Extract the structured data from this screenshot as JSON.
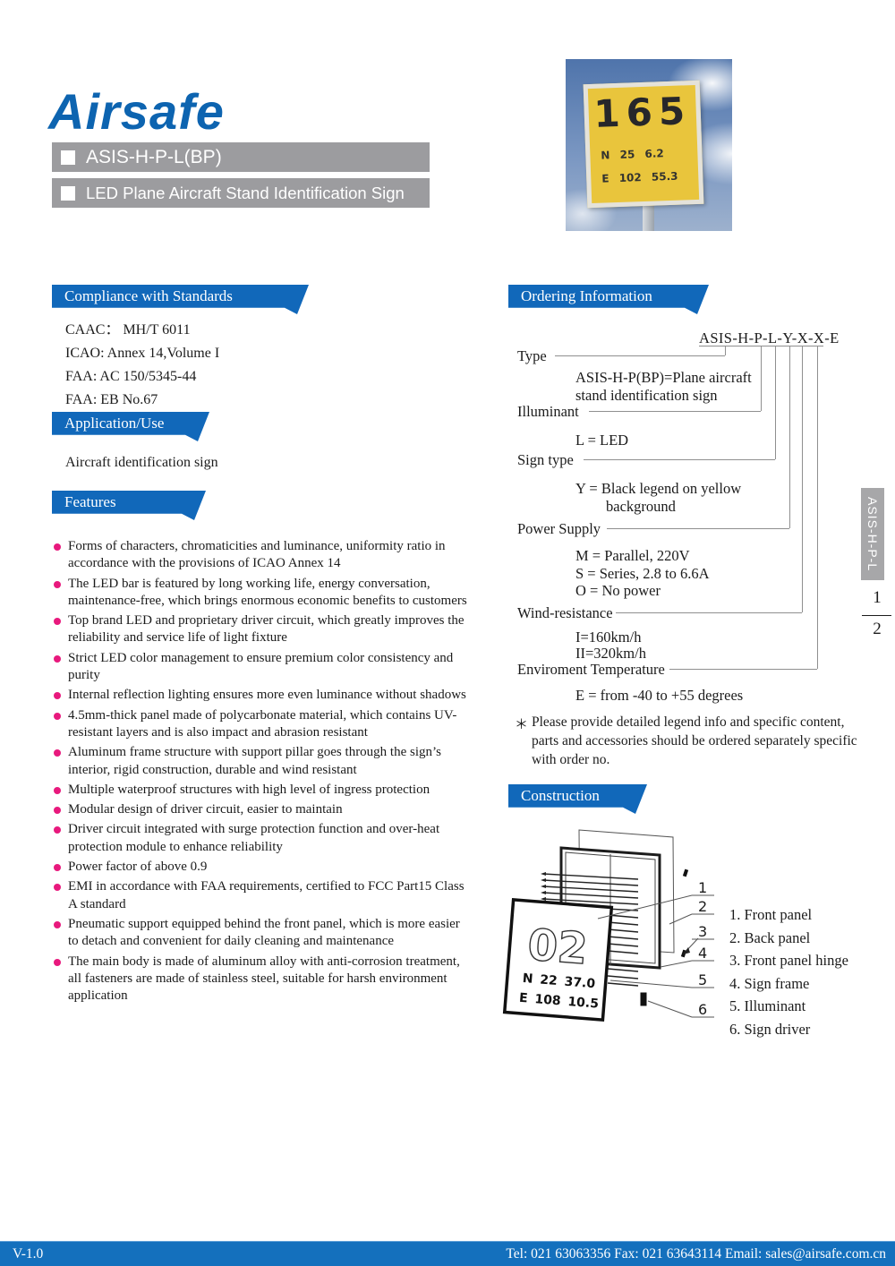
{
  "colors": {
    "accent_blue": "#1168ba",
    "logo_blue": "#0d64b0",
    "gray_bar": "#9c9c9f",
    "bullet_pink": "#e8197d",
    "footer_blue": "#1470bd",
    "sign_yellow": "#e9c53c"
  },
  "header": {
    "logo": "Airsafe",
    "model_bar": "ASIS-H-P-L(BP)",
    "product_bar": "LED Plane Aircraft Stand Identification Sign"
  },
  "photo": {
    "sign_number": "165",
    "coord1": "N 25 6.2",
    "coord2": "E 102 55.3"
  },
  "sections": {
    "compliance": "Compliance with Standards",
    "application": "Application/Use",
    "features": "Features",
    "ordering": "Ordering Information",
    "construction": "Construction"
  },
  "compliance": {
    "lines": [
      "CAAC： MH/T 6011",
      "ICAO: Annex 14,Volume I",
      "FAA: AC 150/5345-44",
      "FAA: EB No.67"
    ]
  },
  "application": {
    "text": "Aircraft identification sign"
  },
  "features": {
    "items": [
      "Forms of characters, chromaticities and luminance, uniformity ratio in accordance with the provisions of ICAO Annex 14",
      "The LED bar is featured by long working life, energy conversation, maintenance-free, which brings enormous economic benefits to customers",
      "Top brand LED and proprietary driver circuit, which greatly improves the reliability and service life of light fixture",
      "Strict LED color management to ensure premium color consistency and purity",
      "Internal reflection lighting ensures more even luminance without shadows",
      "4.5mm-thick panel made of polycarbonate material, which contains UV-resistant layers and is also impact and abrasion resistant",
      "Aluminum frame structure with support pillar goes through the sign’s interior, rigid construction, durable and wind resistant",
      "Multiple waterproof structures with high level of ingress protection",
      "Modular design of driver circuit, easier to maintain",
      "Driver circuit integrated with surge protection function and over-heat protection module to enhance reliability",
      "Power factor of above 0.9",
      "EMI in accordance with FAA requirements, certified to FCC Part15 Class A standard",
      "Pneumatic support equipped behind the front panel, which is more easier to detach and convenient for daily cleaning and maintenance",
      "The main body is made of aluminum alloy with anti-corrosion treatment, all fasteners are made of stainless steel, suitable for harsh environment application"
    ]
  },
  "ordering": {
    "code": "ASIS-H-P-L-Y-X-X-E",
    "type_label": "Type",
    "type_value": "ASIS-H-P(BP)=Plane aircraft stand identification sign",
    "illuminant_label": "Illuminant",
    "illuminant_value": "L = LED",
    "sign_type_label": "Sign type",
    "sign_type_value": "Y = Black legend on yellow background",
    "power_label": "Power Supply",
    "power_values": [
      "M = Parallel, 220V",
      "S = Series, 2.8 to 6.6A",
      "O = No power"
    ],
    "wind_label": "Wind-resistance",
    "wind_values": [
      "I=160km/h",
      "II=320km/h"
    ],
    "env_label": "Enviroment Temperature",
    "env_value": "E = from -40 to +55 degrees",
    "note_marker": "＊",
    "note_text": "Please provide detailed legend info and specific content, parts and accessories should be ordered separately specific with order no."
  },
  "construction": {
    "sign_number": "02",
    "sign_line1": "N 22 37.0",
    "sign_line2": "E 108 10.5",
    "callouts": [
      "1",
      "2",
      "3",
      "4",
      "5",
      "6"
    ],
    "legend": [
      "1. Front panel",
      "2. Back panel",
      "3. Front panel hinge",
      "4. Sign frame",
      "5. Illuminant",
      "6. Sign driver"
    ]
  },
  "sidetab": {
    "label": "ASIS-H-P-L",
    "page_current": "1",
    "page_total": "2"
  },
  "footer": {
    "version": "V-1.0",
    "contact": "Tel: 021 63063356 Fax: 021 63643114 Email: sales@airsafe.com.cn"
  }
}
